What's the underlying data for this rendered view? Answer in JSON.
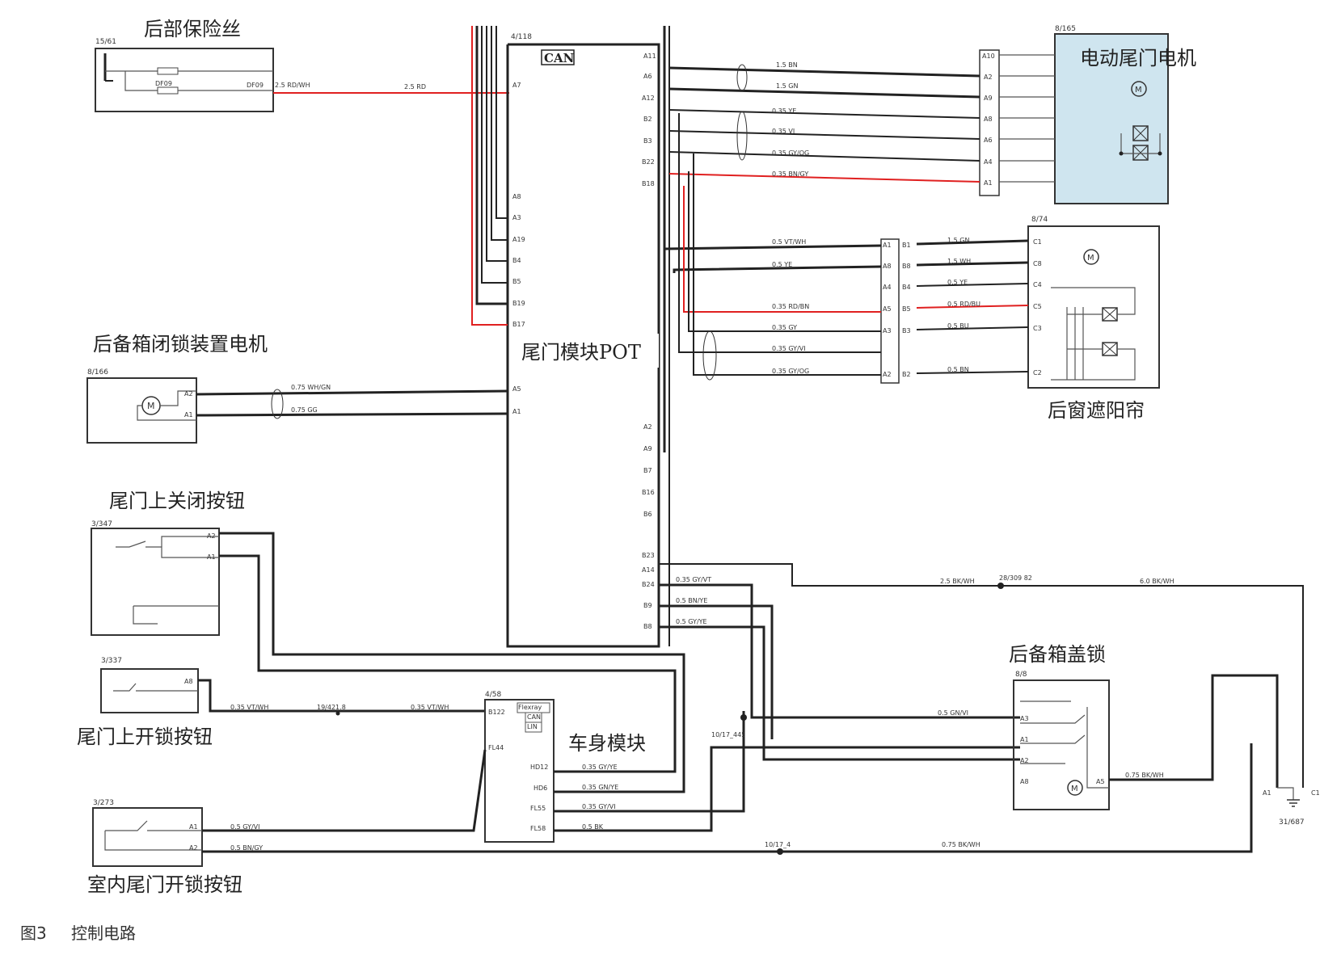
{
  "components": {
    "rear_fuse": {
      "title": "后部保险丝",
      "ref": "15/61",
      "fuse": "DF09",
      "pin": "DF09",
      "pin_wire": "2.5 RD/WH"
    },
    "pot_module": {
      "title": "尾门模块POT",
      "ref": "4/118",
      "bus": "CAN"
    },
    "power_tailgate_motor": {
      "title": "电动尾门电机",
      "ref": "8/165"
    },
    "trunk_latch_motor": {
      "title": "后备箱闭锁装置电机",
      "ref": "8/166"
    },
    "rear_blind": {
      "title": "后窗遮阳帘",
      "ref": "8/74"
    },
    "close_button": {
      "title": "尾门上关闭按钮",
      "ref": "3/347"
    },
    "open_button": {
      "title": "尾门上开锁按钮",
      "ref": "3/337"
    },
    "body_module": {
      "title": "车身模块",
      "ref": "4/58",
      "labels": [
        "Flexray",
        "CAN",
        "LIN"
      ]
    },
    "trunk_lock": {
      "title": "后备箱盖锁",
      "ref": "8/8"
    },
    "interior_button": {
      "title": "室内尾门开锁按钮",
      "ref": "3/273"
    },
    "ground": {
      "ref": "31/687"
    }
  },
  "pot_pins_left": [
    "A7",
    "A8",
    "A3",
    "A19",
    "B4",
    "B5",
    "B19",
    "B17",
    "A5",
    "A1"
  ],
  "pot_pins_right": [
    "A11",
    "A6",
    "A12",
    "B2",
    "B3",
    "B22",
    "B18",
    "A2",
    "A9",
    "B7",
    "B16",
    "B6",
    "B23",
    "A14",
    "B24",
    "B9",
    "B8"
  ],
  "wires": {
    "fuse_to_pot": "2.5 RD",
    "motor_a": "1.5 BN",
    "motor_b": "1.5 GN",
    "motor_c": "0.35 YE",
    "motor_d": "0.35 VI",
    "motor_e": "0.35 GY/OG",
    "motor_f": "0.35 BN/GY",
    "blind_1": "0.5 VT/WH",
    "blind_2": "0.5 YE",
    "blind_3": "0.35 RD/BN",
    "blind_4": "0.35 GY",
    "blind_5": "0.35 GY/VI",
    "blind_6": "0.35 GY/OG",
    "blind_out_1": "1.5 GN",
    "blind_out_2": "1.5 WH",
    "blind_out_3": "0.5 YE",
    "blind_out_4": "0.5 RD/BU",
    "blind_out_5": "0.5 BU",
    "blind_out_6": "0.5 BN",
    "latch_1": "0.75 WH/GN",
    "latch_2": "0.75 GG",
    "ground_main": "2.5 BK/WH",
    "splice_1": "28/309 82",
    "ground_out": "6.0 BK/WH",
    "pot_b24": "0.35 GY/VT",
    "pot_b9": "0.5 BN/YE",
    "pot_b8": "0.5 GY/YE",
    "open_btn_wire": "0.35 VT/WH",
    "connector_x": "19/421.8",
    "open_btn_wire2": "0.35 VT/WH",
    "body_1": "0.35 GY/YE",
    "body_2": "0.35 GN/YE",
    "body_3": "0.35 GY/VI",
    "body_4": "0.5 BK",
    "interior_1": "0.5 GY/VI",
    "interior_2": "0.5 BN/GY",
    "splice_2": "10/17_4",
    "ground_bottom": "0.75 BK/WH",
    "splice_3": "10/17_445",
    "lock_1": "0.5 GN/VI",
    "lock_out": "0.75 BK/WH"
  },
  "body_pins": [
    "B122",
    "FL44",
    "HD12",
    "HD6",
    "FL55",
    "FL58"
  ],
  "lock_pins": [
    "A3",
    "A1",
    "A2",
    "A8",
    "A5"
  ],
  "blind_connector_pins_left": [
    "A1",
    "A8",
    "A4",
    "A5",
    "A3",
    "A2"
  ],
  "blind_connector_pins_right": [
    "B1",
    "B8",
    "B4",
    "B5",
    "B3",
    "B2"
  ],
  "blind_pins": [
    "C1",
    "C8",
    "C4",
    "C5",
    "C3",
    "C2"
  ],
  "motor_pins": [
    "A10",
    "A2",
    "A9",
    "A8",
    "A6",
    "A4",
    "A1"
  ],
  "caption": {
    "figure": "图3",
    "text": "控制电路"
  }
}
